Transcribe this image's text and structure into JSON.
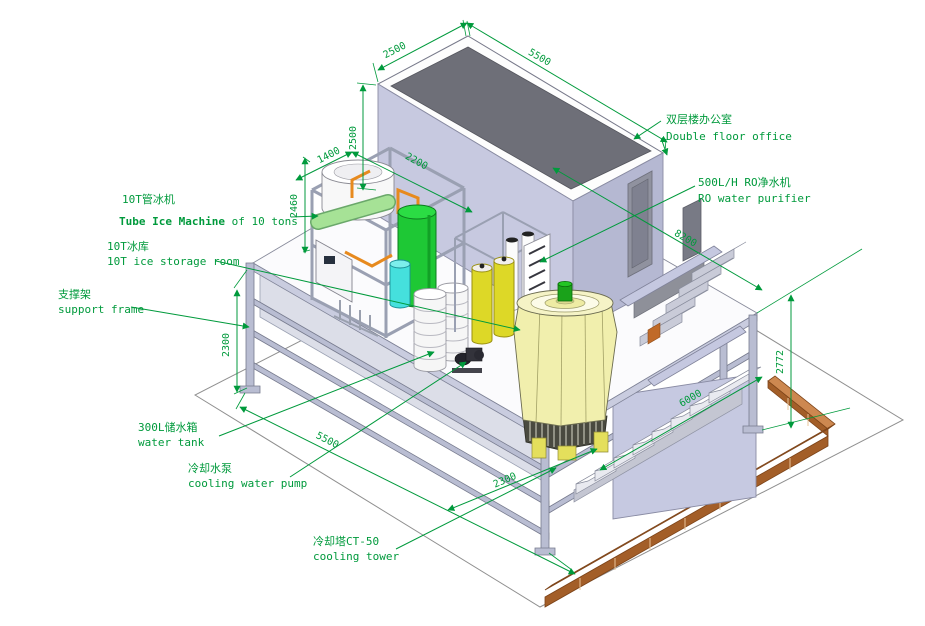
{
  "diagram": {
    "labels": {
      "office": {
        "zh": "双层楼办公室",
        "en": "Double floor office"
      },
      "ro_purifier": {
        "zh": "500L/H RO净水机",
        "en": "RO water purifier"
      },
      "tube_ice_machine": {
        "zh": "10T管冰机",
        "en_bold": "Tube Ice Machine",
        "en_rest": " of 10 tons"
      },
      "ice_storage": {
        "zh": "10T冰库",
        "en": "10T ice storage room"
      },
      "support_frame": {
        "zh": "支撑架",
        "en": "support frame"
      },
      "water_tank": {
        "zh": "300L储水箱",
        "en": "water tank"
      },
      "cooling_pump": {
        "zh": "冷却水泵",
        "en": "cooling water pump"
      },
      "cooling_tower": {
        "zh": "冷却塔CT-50",
        "en": "cooling tower"
      }
    },
    "dimensions": {
      "roof_depth": "2500",
      "roof_length": "5500",
      "office_height": "2500",
      "machine_offset": "1400",
      "machine_length": "2200",
      "machine_height": "2460",
      "platform_length": "8200",
      "platform_height": "2772",
      "frame_height": "2300",
      "frame_length": "5500",
      "frame_depth": "2300",
      "stair_run": "6000"
    },
    "colors": {
      "annotation_green": "#009a3c",
      "structure_lavender": "#c6c9e1",
      "office_wall": "#c7c9e0",
      "roof_gray": "#6e6f78",
      "machine_green": "#1ec835",
      "ro_tank_yellow": "#ddd827",
      "tower_yellow": "#f1efad",
      "copper_beam": "#cd8850",
      "pipe_orange": "#e78a1e"
    }
  }
}
